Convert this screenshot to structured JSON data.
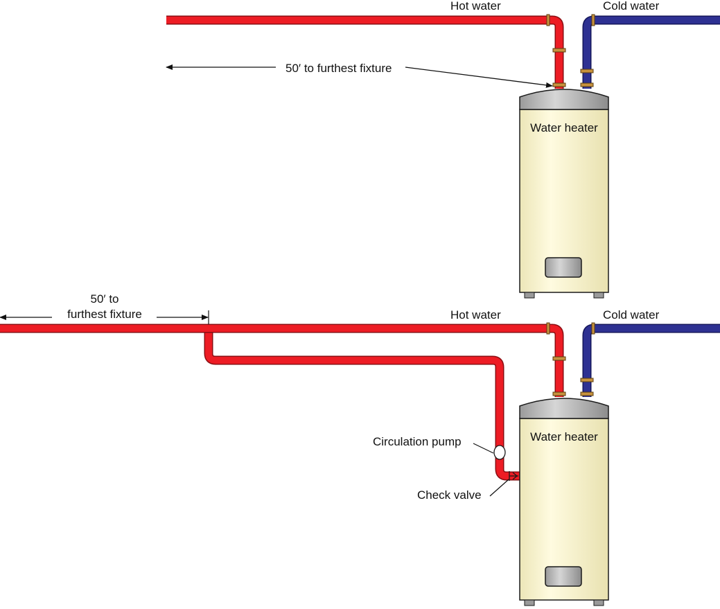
{
  "colors": {
    "hot_pipe": "#ed1c24",
    "hot_pipe_edge": "#8a0d12",
    "cold_pipe": "#2e3192",
    "cold_pipe_edge": "#14165a",
    "fitting": "#c7923e",
    "tank_body": "#fdf8d4",
    "tank_top": "#b8b8b8",
    "tank_outline": "#1a1a1a"
  },
  "top_diagram": {
    "hot_label": "Hot water",
    "cold_label": "Cold water",
    "distance_label": "50′ to furthest fixture",
    "heater_label": "Water heater"
  },
  "bottom_diagram": {
    "distance_label_line1": "50′ to",
    "distance_label_line2": "furthest fixture",
    "hot_label": "Hot water",
    "cold_label": "Cold water",
    "heater_label": "Water heater",
    "pump_label": "Circulation pump",
    "valve_label": "Check valve"
  }
}
